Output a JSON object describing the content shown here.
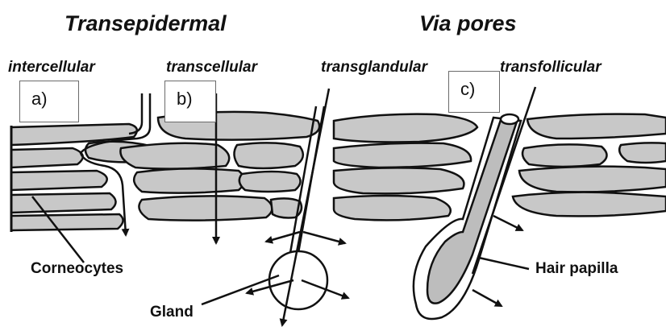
{
  "headings": {
    "transepidermal": "Transepidermal",
    "via_pores": "Via pores"
  },
  "routes": {
    "intercellular": "intercellular",
    "transcellular": "transcellular",
    "transglandular": "transglandular",
    "transfollicular": "transfollicular"
  },
  "panels": {
    "a": "a)",
    "b": "b)",
    "c": "c)"
  },
  "annotations": {
    "corneocytes": "Corneocytes",
    "gland": "Gland",
    "hair_papilla": "Hair papilla"
  },
  "colors": {
    "cell_fill": "#c8c8c8",
    "outline": "#111111",
    "papilla_fill": "#bdbdbd",
    "background": "#ffffff"
  }
}
